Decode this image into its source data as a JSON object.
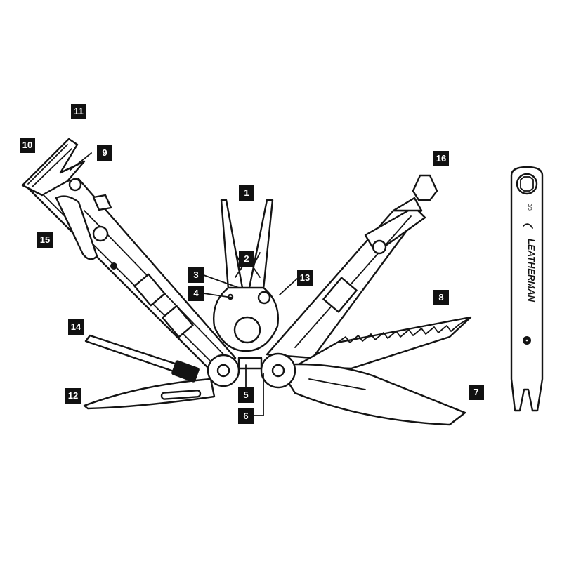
{
  "callouts": [
    "1",
    "2",
    "3",
    "4",
    "5",
    "6",
    "7",
    "8",
    "9",
    "10",
    "11",
    "12",
    "13",
    "14",
    "15",
    "16"
  ],
  "bit_driver": {
    "brand": "LEATHERMAN",
    "size_marking": "3/8"
  },
  "colors": {
    "ink": "#141414",
    "callout_bg": "#111111",
    "callout_text": "#ffffff"
  }
}
